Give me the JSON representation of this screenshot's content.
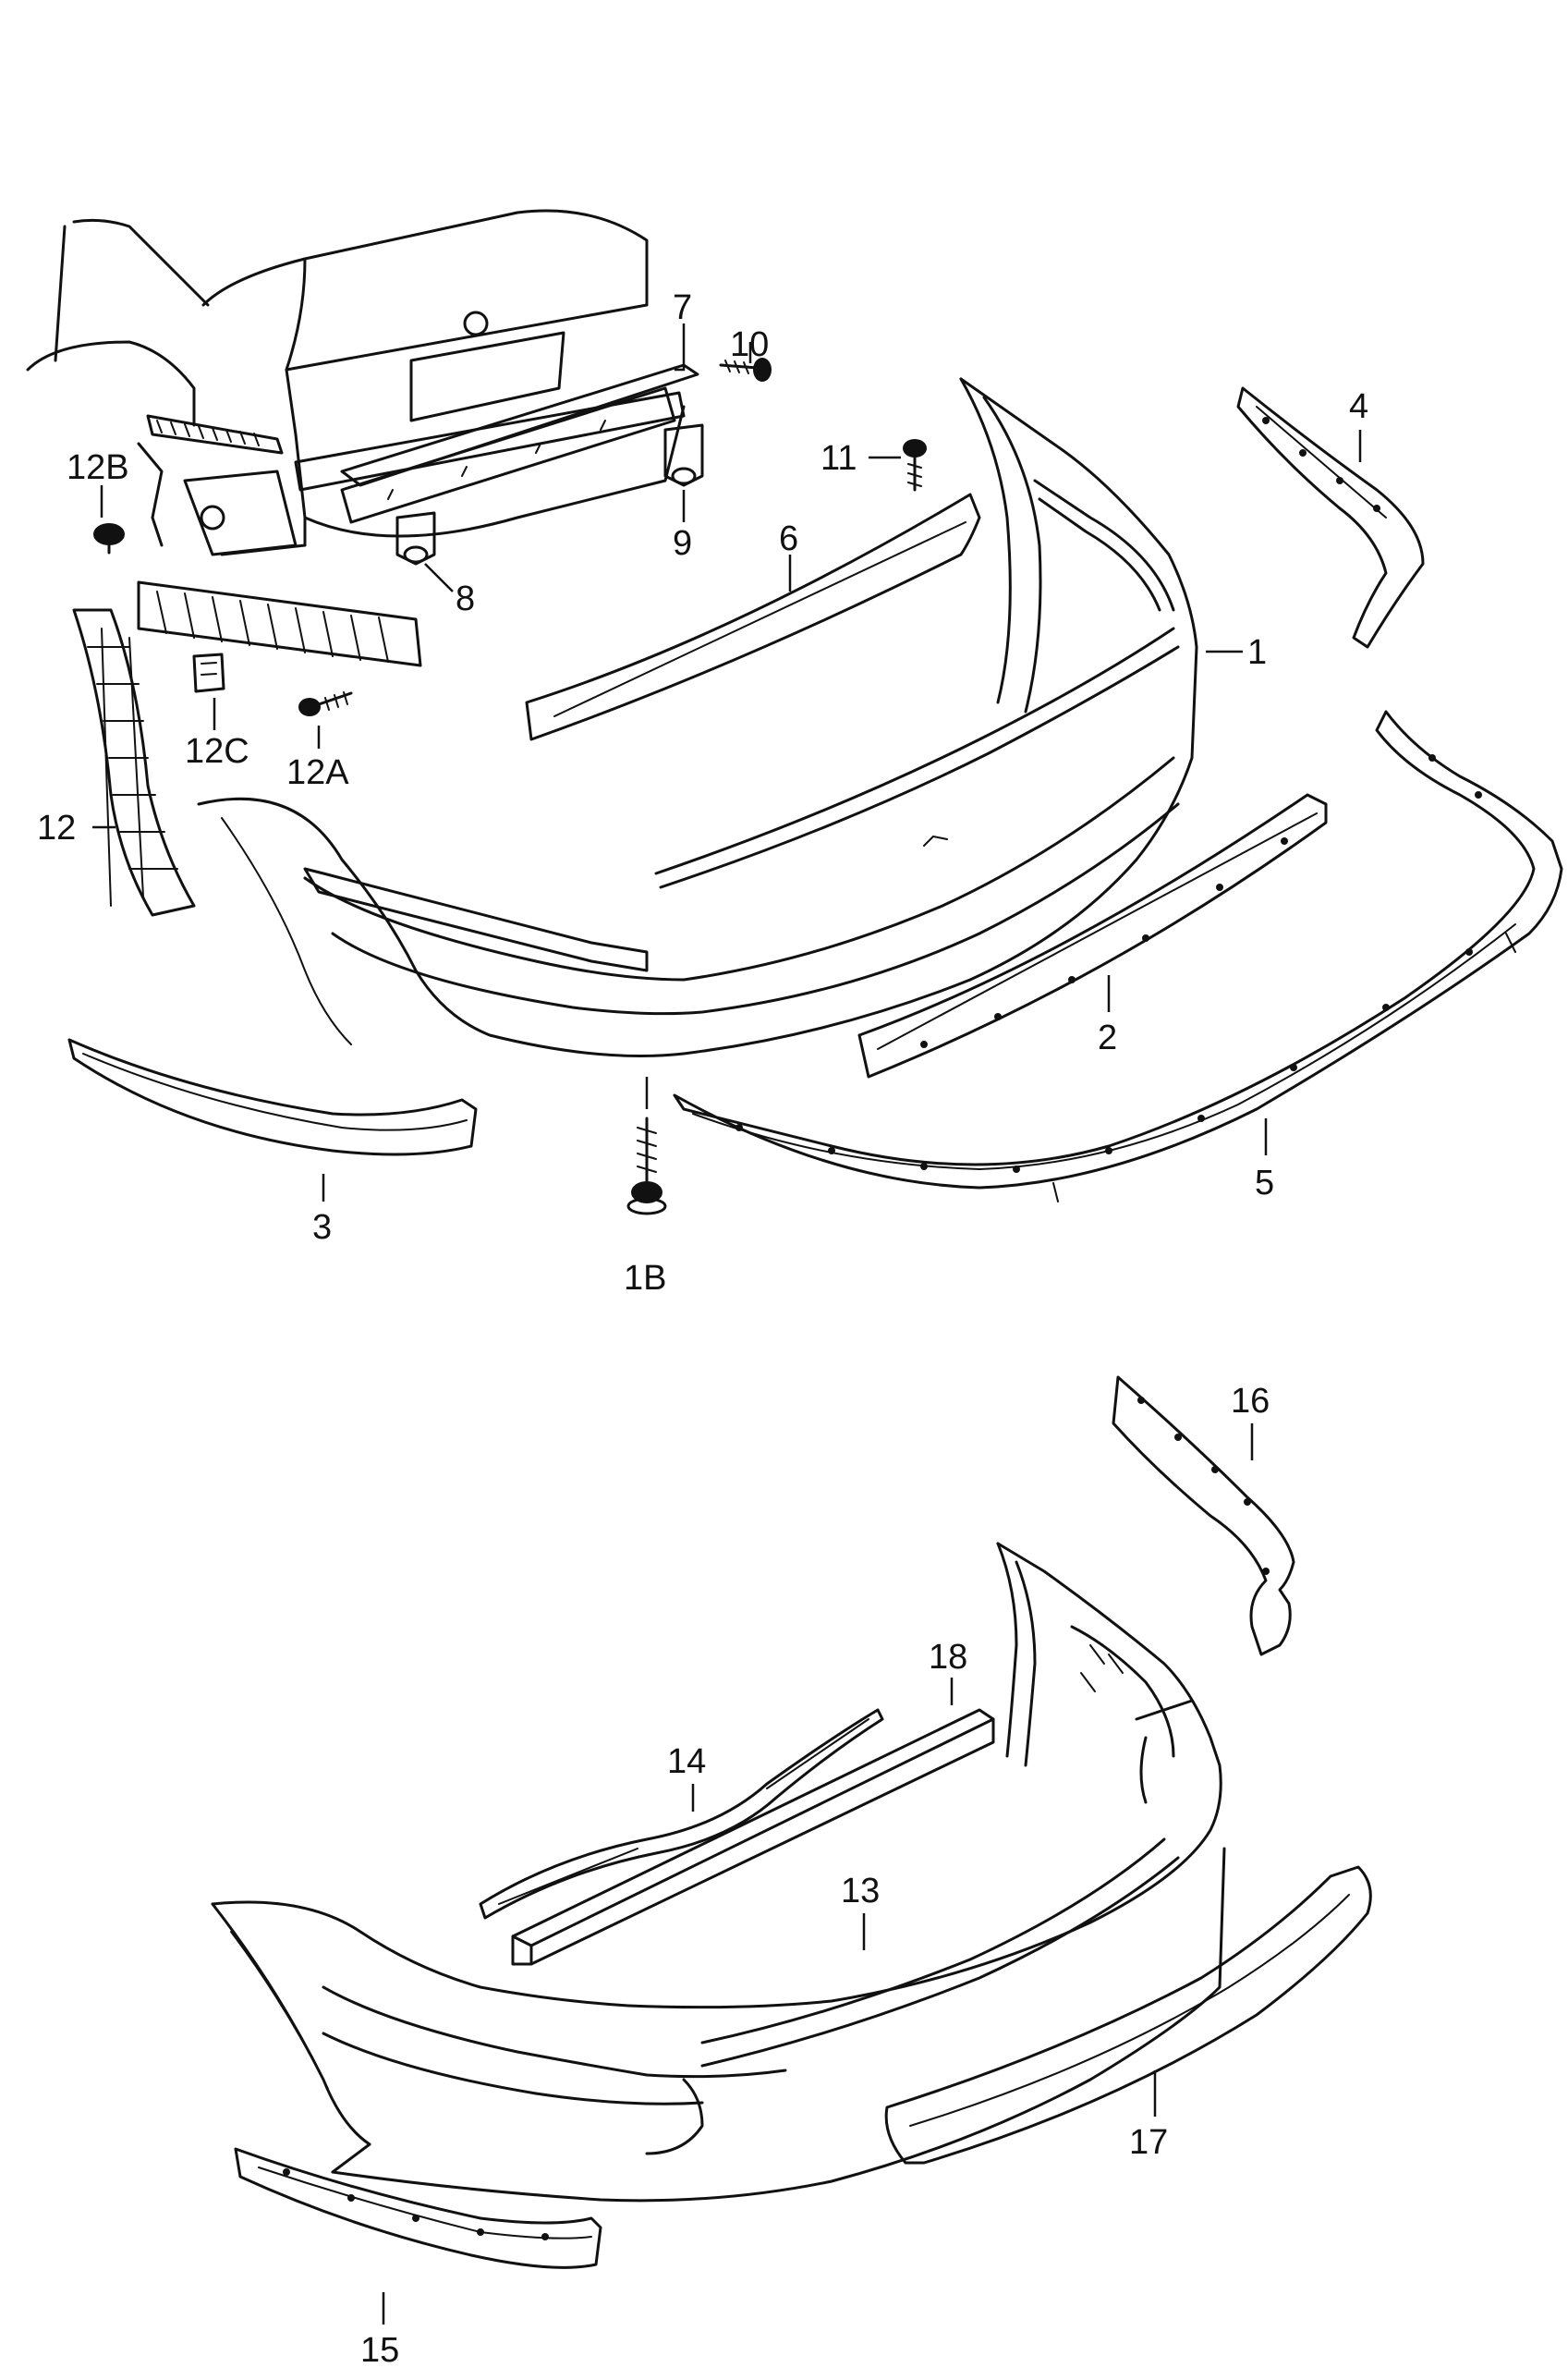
{
  "callouts": {
    "c1": "1",
    "c1b": "1B",
    "c2": "2",
    "c3": "3",
    "c4": "4",
    "c5": "5",
    "c6": "6",
    "c7": "7",
    "c8": "8",
    "c9": "9",
    "c10": "10",
    "c11": "11",
    "c12": "12",
    "c12a": "12A",
    "c12b": "12B",
    "c12c": "12C",
    "c13": "13",
    "c14": "14",
    "c15": "15",
    "c16": "16",
    "c17": "17",
    "c18": "18"
  }
}
